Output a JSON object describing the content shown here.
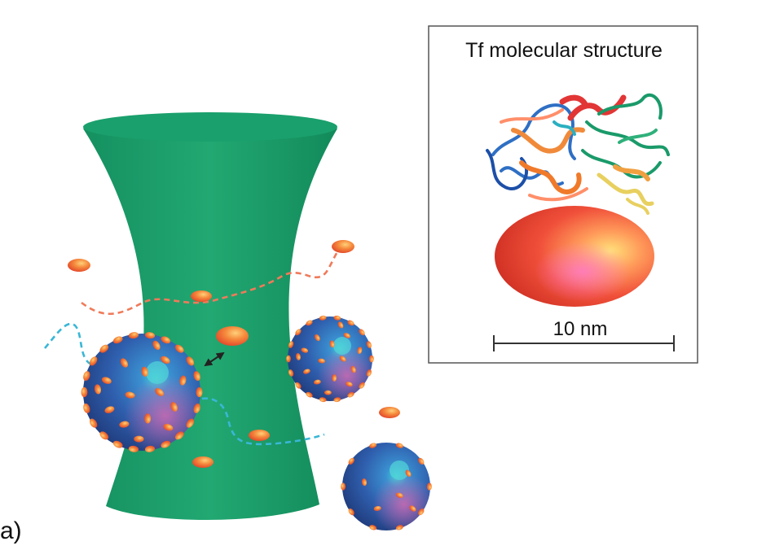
{
  "panel_label": "a)",
  "inset": {
    "title": "Tf molecular structure",
    "scale_bar_label": "10 nm"
  },
  "colors": {
    "beam": "#1e9e6a",
    "nanoparticle": "#2f5fae",
    "protein": "#ef6a3a",
    "dashed_red": "#f07a5a",
    "dashed_cyan": "#39b7d6"
  },
  "icons": [
    "double-headed-arrow-icon"
  ]
}
